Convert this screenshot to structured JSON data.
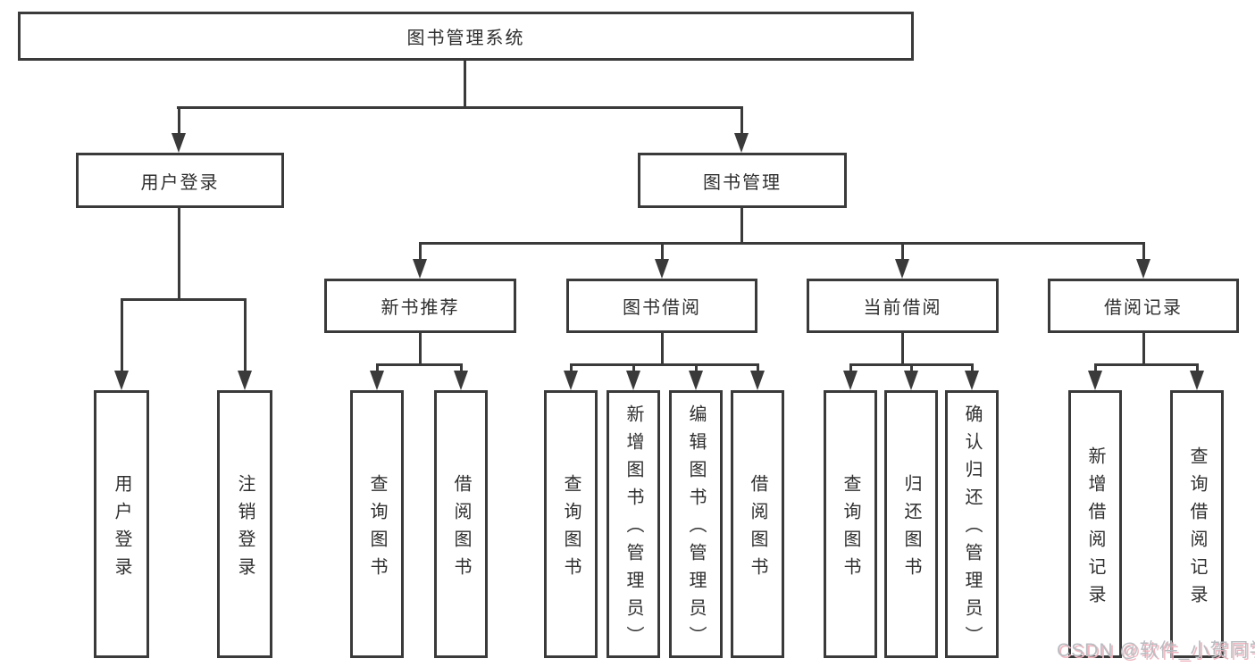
{
  "diagram": {
    "type": "hierarchy-tree",
    "nodes": {
      "root": "图书管理系统",
      "userLogin": "用户登录",
      "bookMgmt": "图书管理",
      "newRec": "新书推荐",
      "bookBorrow": "图书借阅",
      "currentBorrow": "当前借阅",
      "borrowRecords": "借阅记录",
      "leafUserLogin": "用户登录",
      "leafLogout": "注销登录",
      "leafRecQuery": "查询图书",
      "leafRecBorrow": "借阅图书",
      "leafBorQuery": "查询图书",
      "leafBorAdd": "新增图书（管理员）",
      "leafBorEdit": "编辑图书（管理员）",
      "leafBorBorrow": "借阅图书",
      "leafCurQuery": "查询图书",
      "leafCurReturn": "归还图书",
      "leafCurConfirm": "确认归还（管理员）",
      "leafRecordAdd": "新增借阅记录",
      "leafRecordQuery": "查询借阅记录"
    },
    "edges": [
      [
        "图书管理系统",
        "用户登录"
      ],
      [
        "图书管理系统",
        "图书管理"
      ],
      [
        "用户登录",
        "用户登录(叶)"
      ],
      [
        "用户登录",
        "注销登录"
      ],
      [
        "图书管理",
        "新书推荐"
      ],
      [
        "图书管理",
        "图书借阅"
      ],
      [
        "图书管理",
        "当前借阅"
      ],
      [
        "图书管理",
        "借阅记录"
      ],
      [
        "新书推荐",
        "查询图书"
      ],
      [
        "新书推荐",
        "借阅图书"
      ],
      [
        "图书借阅",
        "查询图书"
      ],
      [
        "图书借阅",
        "新增图书（管理员）"
      ],
      [
        "图书借阅",
        "编辑图书（管理员）"
      ],
      [
        "图书借阅",
        "借阅图书"
      ],
      [
        "当前借阅",
        "查询图书"
      ],
      [
        "当前借阅",
        "归还图书"
      ],
      [
        "当前借阅",
        "确认归还（管理员）"
      ],
      [
        "借阅记录",
        "新增借阅记录"
      ],
      [
        "借阅记录",
        "查询借阅记录"
      ]
    ],
    "colors": {
      "line": "#3a3a3a",
      "box_border": "#3a3a3a",
      "box_fill": "#ffffff",
      "text": "#2f2f2f",
      "background": "#ffffff"
    }
  },
  "watermark": {
    "text": "CSDN @软件_小贺同学",
    "color": "#b9bcc0",
    "shadow_color": "#efb6c0"
  }
}
